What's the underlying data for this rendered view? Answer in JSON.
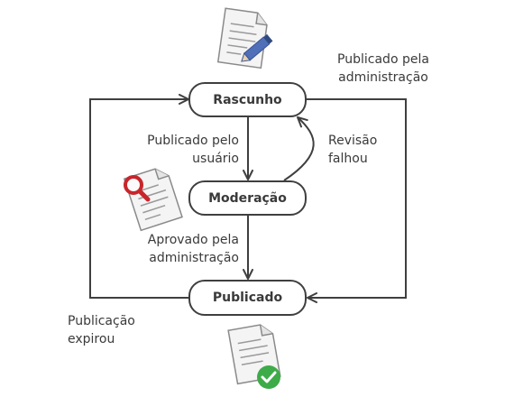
{
  "nodes": {
    "draft": "Rascunho",
    "moderation": "Moderação",
    "published": "Publicado"
  },
  "edges": {
    "user_published": [
      "Publicado pelo",
      "usuário"
    ],
    "review_failed": [
      "Revisão",
      "falhou"
    ],
    "admin_approved": [
      "Aprovado pela",
      "administração"
    ],
    "admin_published": [
      "Publicado pela",
      "administração"
    ],
    "expired": [
      "Publicação",
      "expirou"
    ]
  },
  "icons": {
    "draft": "document-pencil-icon",
    "moderation": "document-magnifier-icon",
    "published": "document-checkmark-icon"
  },
  "colors": {
    "line": "#3f3f3f",
    "pencil": "#4f6fb8",
    "magnifier": "#c8262c",
    "check": "#3eab49",
    "paper": "#f4f4f4"
  }
}
